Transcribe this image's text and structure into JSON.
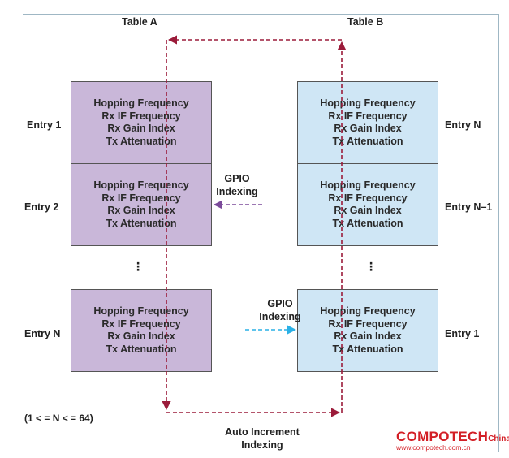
{
  "table_a": {
    "title": "Table A",
    "cells": [
      [
        "Hopping Frequency",
        "Rx IF Frequency",
        "Rx Gain Index",
        "Tx Attenuation"
      ],
      [
        "Hopping Frequency",
        "Rx IF Frequency",
        "Rx Gain Index",
        "Tx Attenuation"
      ],
      [
        "Hopping Frequency",
        "Rx IF Frequency",
        "Rx Gain Index",
        "Tx Attenuation"
      ]
    ],
    "entry_labels": [
      "Entry 1",
      "Entry 2",
      "Entry N"
    ],
    "ellipsis": "⋮"
  },
  "table_b": {
    "title": "Table B",
    "cells": [
      [
        "Hopping Frequency",
        "Rx IF Frequency",
        "Rx Gain Index",
        "Tx Attenuation"
      ],
      [
        "Hopping Frequency",
        "Rx IF Frequency",
        "Rx Gain Index",
        "Tx Attenuation"
      ],
      [
        "Hopping Frequency",
        "Rx IF Frequency",
        "Rx Gain Index",
        "Tx Attenuation"
      ]
    ],
    "entry_labels": [
      "Entry N",
      "Entry N–1",
      "Entry 1"
    ],
    "ellipsis": "⋮"
  },
  "gpio_indexing_a": [
    "GPIO",
    "Indexing"
  ],
  "gpio_indexing_b": [
    "GPIO",
    "Indexing"
  ],
  "auto_increment": [
    "Auto Increment",
    "Indexing"
  ],
  "range_note": "(1 < = N < = 64)",
  "watermark": {
    "brand": "COMPOTECH",
    "region": "China",
    "url": "www.compotech.com.cn"
  },
  "colors": {
    "table_a_fill": "#c9b7d9",
    "table_b_fill": "#cfe6f5",
    "loop_arrow": "#9b1b3a",
    "gpio_a_arrow": "#7b4a9a",
    "gpio_b_arrow": "#2ab0e6",
    "brand": "#d31f26"
  }
}
